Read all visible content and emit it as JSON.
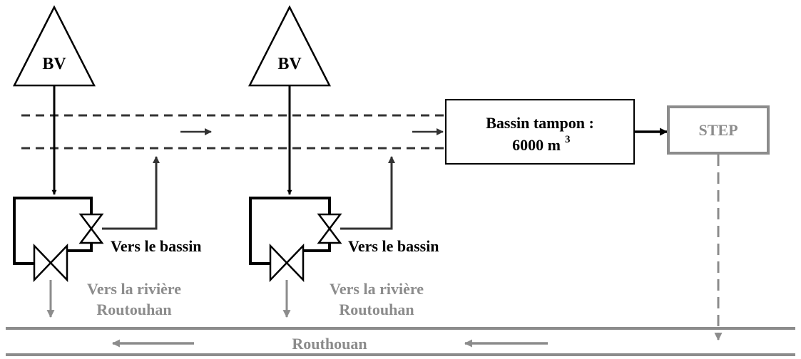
{
  "catchments": [
    {
      "label": "BV",
      "outlet_label": "Vers le bassin",
      "river_label_line1": "Vers la rivière",
      "river_label_line2": "Routouhan"
    },
    {
      "label": "BV",
      "outlet_label": "Vers le bassin",
      "river_label_line1": "Vers la rivière",
      "river_label_line2": "Routouhan"
    }
  ],
  "basin": {
    "label_line1": "Bassin tampon :",
    "volume": "6000 m",
    "volume_exponent": "3"
  },
  "step": {
    "label": "STEP"
  },
  "river": {
    "label": "Routhouan"
  },
  "colors": {
    "primary": "#000000",
    "river_grey": "#8c8c8c",
    "pipe_dash": "#333333"
  }
}
